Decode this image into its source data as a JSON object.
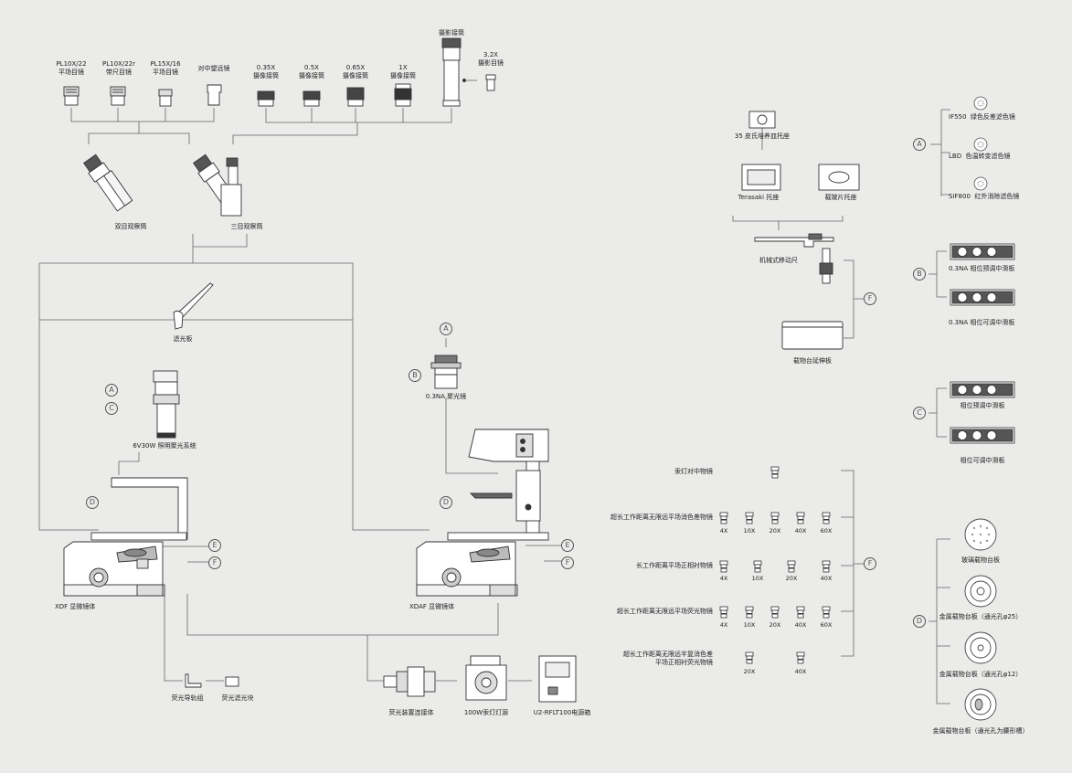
{
  "eyepieces": [
    {
      "name": "PL10X/22",
      "sub": "平场目镜"
    },
    {
      "name": "PL10X/22r",
      "sub": "带尺目镜"
    },
    {
      "name": "PL15X/16",
      "sub": "平场目镜"
    },
    {
      "name": "对中望远镜",
      "sub": ""
    }
  ],
  "camera_adapters": [
    {
      "name": "0.35X",
      "sub": "摄像接筒"
    },
    {
      "name": "0.5X",
      "sub": "摄像接筒"
    },
    {
      "name": "0.65X",
      "sub": "摄像接筒"
    },
    {
      "name": "1X",
      "sub": "摄像接筒"
    }
  ],
  "photo_tube": "摄影接筒",
  "photo_eyepiece": {
    "name": "3.2X",
    "sub": "摄影目镜"
  },
  "binocular": "双目观察筒",
  "trinocular": "三目观察筒",
  "filter_plate": "滤光板",
  "lamp_system": "6V30W 照明聚光系统",
  "condenser": "0.3NA 聚光镜",
  "body_xdf": "XDF 显微镜体",
  "body_xdaf": "XDAF 显微镜体",
  "fl_rail": "荧光导轨组",
  "fl_block": "荧光滤光块",
  "fl_connector": "荧光装置连接体",
  "mercury_lamp": "100W汞灯灯源",
  "power_box": "U2-RFLT100电源箱",
  "petri_holder": "35 皮氏培养皿托座",
  "terasaki": "Terasaki 托座",
  "slide_holder": "载玻片托座",
  "mech_stage": "机械式移动尺",
  "stage_ext": "载物台延伸板",
  "filters": [
    {
      "code": "IF550",
      "desc": "绿色反差滤色镜"
    },
    {
      "code": "LBD",
      "desc": "色温转变滤色镜"
    },
    {
      "code": "SIF800",
      "desc": "红外消除滤色镜"
    }
  ],
  "slider_b1": "0.3NA 相位预调中滑板",
  "slider_b2": "0.3NA 相位可调中滑板",
  "slider_c1": "相位预调中滑板",
  "slider_c2": "相位可调中滑板",
  "objectives": {
    "centering": "汞灯对中物镜",
    "rows": [
      {
        "label": "超长工作距离无限远平场消色差物镜",
        "mags": [
          "4X",
          "10X",
          "20X",
          "40X",
          "60X"
        ]
      },
      {
        "label": "长工作距离平场正相衬物镜",
        "mags": [
          "4X",
          "10X",
          "20X",
          "40X"
        ]
      },
      {
        "label": "超长工作距离无限远平场荧光物镜",
        "mags": [
          "4X",
          "10X",
          "20X",
          "40X",
          "60X"
        ]
      },
      {
        "label": "超长工作距离无限远半复消色差",
        "label2": "平场正相衬荧光物镜",
        "mags": [
          "20X",
          "40X"
        ]
      }
    ]
  },
  "stage_plates": [
    "玻璃载物台板",
    "金属载物台板（通光孔φ25）",
    "金属载物台板（通光孔φ12）",
    "金属载物台板（通光孔为腰形槽）"
  ],
  "markers": {
    "A": "A",
    "B": "B",
    "C": "C",
    "D": "D",
    "E": "E",
    "F": "F"
  }
}
